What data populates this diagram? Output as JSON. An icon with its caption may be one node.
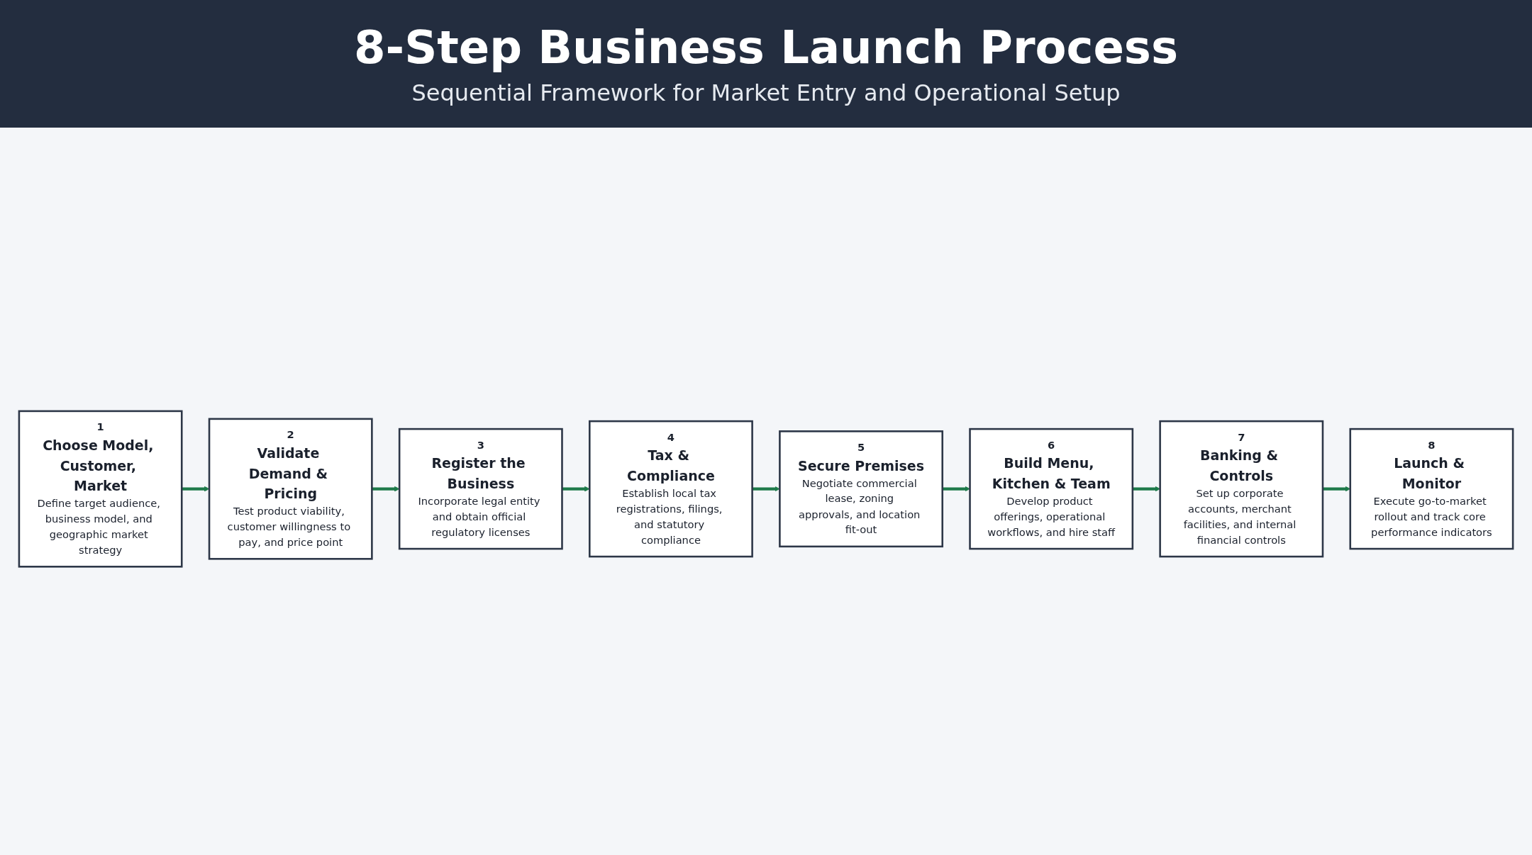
{
  "diagram": {
    "title": "8-Step Business Launch Process",
    "caption": "Sequential Framework for Market Entry and Operational Setup",
    "nodes": [
      {
        "text": [
          "1",
          "Choose Model, Customer, Market",
          "Define target audience, business model, and geographic market strategy"
        ]
      },
      {
        "text": [
          "2",
          "Validate Demand & Pricing",
          "Test product viability, customer willingness to pay, and price point"
        ]
      },
      {
        "text": [
          "3",
          "Register the Business",
          "Incorporate legal entity and obtain official regulatory licenses"
        ]
      },
      {
        "text": [
          "4",
          "Tax & Compliance",
          "Establish local tax registrations, filings, and statutory compliance"
        ]
      },
      {
        "text": [
          "5",
          "Secure Premises",
          "Negotiate commercial lease, zoning approvals, and location fit-out"
        ]
      },
      {
        "text": [
          "6",
          "Build Menu, Kitchen & Team",
          "Develop product offerings, operational workflows, and hire staff"
        ]
      },
      {
        "text": [
          "7",
          "Banking & Controls",
          "Set up corporate accounts, merchant facilities, and internal financial controls"
        ]
      },
      {
        "text": [
          "8",
          "Launch & Monitor",
          "Execute go-to-market rollout and track core performance indicators"
        ]
      }
    ],
    "edges": [
      {
        "from": 0,
        "to": 1,
        "arrow": "to"
      },
      {
        "from": 1,
        "to": 2,
        "arrow": "to"
      },
      {
        "from": 2,
        "to": 3,
        "arrow": "to"
      },
      {
        "from": 3,
        "to": 4,
        "arrow": "to"
      },
      {
        "from": 4,
        "to": 5,
        "arrow": "to"
      },
      {
        "from": 5,
        "to": 6,
        "arrow": "to"
      },
      {
        "from": 6,
        "to": 7,
        "arrow": "to"
      }
    ]
  }
}
